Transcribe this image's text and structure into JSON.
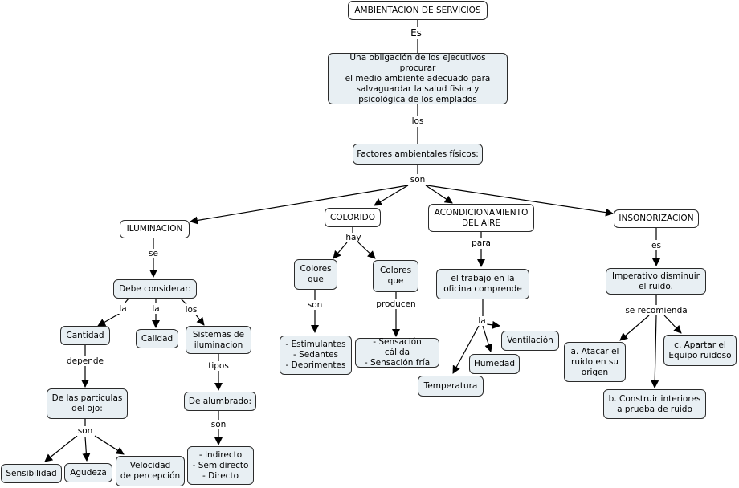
{
  "nodes": {
    "root": "AMBIENTACION DE SERVICIOS",
    "definition": "Una obligación de los ejecutivos procurar\nel medio ambiente adecuado para\nsalvaguardar la salud fisica y\npsicológica de los emplados",
    "factors": "Factores ambientales físicos:",
    "iluminacion": "ILUMINACION",
    "colorido": "COLORIDO",
    "acondicionamiento": "ACONDICIONAMIENTO\nDEL AIRE",
    "insonorizacion": "INSONORIZACION",
    "debe_considerar": "Debe considerar:",
    "cantidad": "Cantidad",
    "calidad": "Calidad",
    "sistemas": "Sistemas de\niluminacion",
    "particulas": "De las particulas\ndel ojo:",
    "alumbrado": "De alumbrado:",
    "sensibilidad": "Sensibilidad",
    "agudeza": "Agudeza",
    "velocidad": "Velocidad\nde percepción",
    "tipos_alumbrado": "- Indirecto\n- Semidirecto\n- Directo",
    "colores_que_1": "Colores\nque",
    "colores_que_2": "Colores\nque",
    "estimulantes": "- Estimulantes\n- Sedantes\n- Deprimentes",
    "sensacion": "- Sensación cálida\n- Sensación fría",
    "trabajo_oficina": "el trabajo en la\noficina comprende",
    "ventilacion": "Ventilación",
    "humedad": "Humedad",
    "temperatura": "Temperatura",
    "imperativo": "Imperativo disminuir\nel ruido.",
    "atacar": "a. Atacar el\nruido en su\norigen",
    "apartar": "c. Apartar el\nEquipo ruidoso",
    "construir": "b. Construir interiores\na prueba de ruido"
  },
  "links": {
    "es_upper": "Es",
    "los_upper": "los",
    "son_factors": "son",
    "se": "se",
    "la_1": "la",
    "la_2": "la",
    "los_sistemas": "los",
    "depende": "depende",
    "tipos": "tipos",
    "son_ojo": "son",
    "son_alumbrado": "son",
    "hay": "hay",
    "son_colores": "son",
    "producen": "producen",
    "para": "para",
    "la_aire": "la",
    "es_inso": "es",
    "se_recomienda": "se recomienda"
  }
}
